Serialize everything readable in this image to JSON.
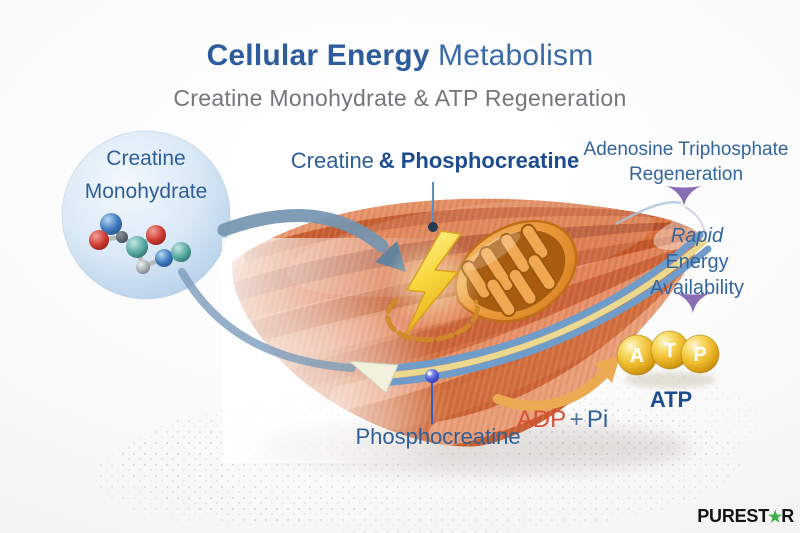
{
  "header": {
    "title_bold": "Cellular Energy",
    "title_regular": "Metabolism",
    "subtitle": "Creatine Monohydrate & ATP Regeneration"
  },
  "creatine_bubble": {
    "line1": "Creatine",
    "line2": "Monohydrate"
  },
  "muscle_label": {
    "regular": "Creatine",
    "bold": "& Phosphocreatine"
  },
  "atp_regeneration_label": {
    "line1": "Adenosine Triphosphate",
    "line2": "Regeneration"
  },
  "rapid_energy_label": {
    "line1": "Rapid",
    "line2": "Energy",
    "line3": "Availability"
  },
  "reaction": {
    "adp": "ADP",
    "plus": "+",
    "pi": "Pi",
    "phosphocreatine": "Phosphocreatine"
  },
  "atp": {
    "spheres": [
      "A",
      "T",
      "P"
    ],
    "caption": "ATP"
  },
  "logo": {
    "prefix": "PUREST",
    "star": "★",
    "suffix": "R"
  },
  "colors": {
    "title_blue": "#32619e",
    "subtitle_gray": "#75767a",
    "label_blue": "#2e5f9a",
    "label_blue_dark": "#1d4c8f",
    "adp_red": "#d8503a",
    "pi_blue": "#2e5f9a",
    "gold": "#eebb2e",
    "muscle_orange": "#cd6435",
    "mitochondria_orange": "#e8973a",
    "band_blue": "#6f9cc8",
    "band_cream": "#ead98f",
    "arrow_gray_blue": "#6f92ad",
    "arrow_orange": "#ecaa52",
    "chevron_purple": "#8a6cb5",
    "logo_star_green": "#3fae49",
    "pin_blue": "#4d58d8"
  }
}
